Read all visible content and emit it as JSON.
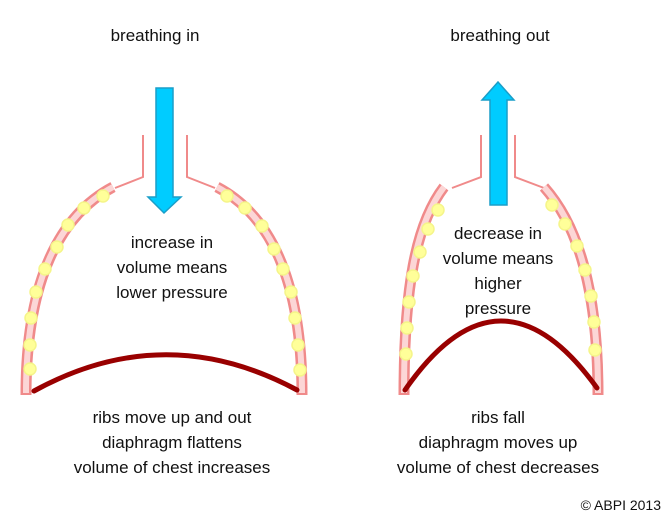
{
  "inhale": {
    "title": "breathing in",
    "center_lines": [
      "increase in",
      "volume means",
      "lower pressure"
    ],
    "bottom_lines": [
      "ribs move up and out",
      "diaphragm flattens",
      "volume of chest increases"
    ]
  },
  "exhale": {
    "title": "breathing out",
    "center_lines": [
      "decrease in",
      "volume means",
      "higher",
      "pressure"
    ],
    "bottom_lines": [
      "ribs fall",
      "diaphragm moves up",
      "volume of chest decreases"
    ]
  },
  "copyright": "© ABPI 2013",
  "colors": {
    "arrow": "#00ccff",
    "diaphragm": "#990000",
    "ribs": "#f08a8a",
    "rib_dots": "#ffff99"
  }
}
